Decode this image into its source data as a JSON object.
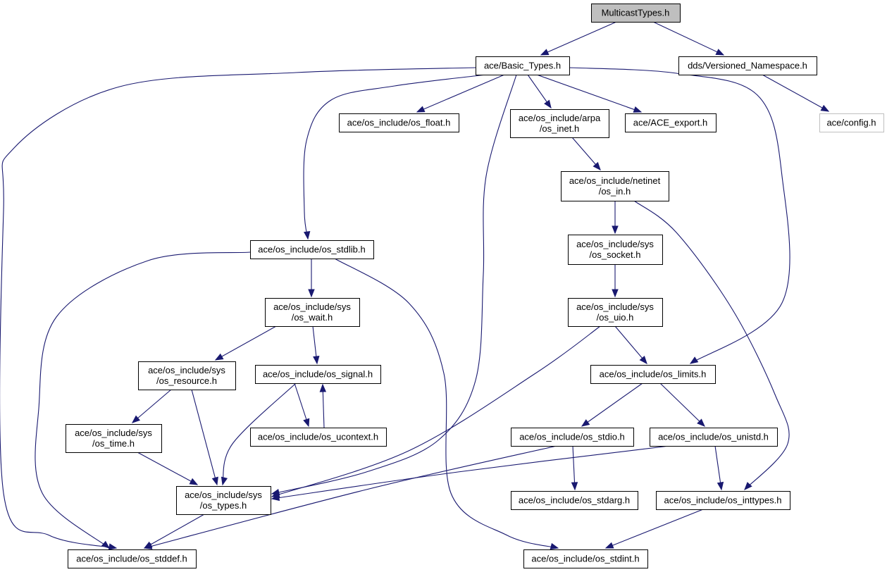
{
  "diagram": {
    "nodes": {
      "multicast_types": {
        "lines": [
          "MulticastTypes.h"
        ],
        "style": "root"
      },
      "basic_types": {
        "lines": [
          "ace/Basic_Types.h"
        ]
      },
      "versioned_namespace": {
        "lines": [
          "dds/Versioned_Namespace.h"
        ]
      },
      "config": {
        "lines": [
          "ace/config.h"
        ],
        "style": "missing"
      },
      "os_float": {
        "lines": [
          "ace/os_include/os_float.h"
        ]
      },
      "arpa_os_inet": {
        "lines": [
          "ace/os_include/arpa",
          "/os_inet.h"
        ]
      },
      "ace_export": {
        "lines": [
          "ace/ACE_export.h"
        ]
      },
      "netinet_os_in": {
        "lines": [
          "ace/os_include/netinet",
          "/os_in.h"
        ]
      },
      "os_stdlib": {
        "lines": [
          "ace/os_include/os_stdlib.h"
        ]
      },
      "sys_os_socket": {
        "lines": [
          "ace/os_include/sys",
          "/os_socket.h"
        ]
      },
      "sys_os_wait": {
        "lines": [
          "ace/os_include/sys",
          "/os_wait.h"
        ]
      },
      "sys_os_uio": {
        "lines": [
          "ace/os_include/sys",
          "/os_uio.h"
        ]
      },
      "sys_os_resource": {
        "lines": [
          "ace/os_include/sys",
          "/os_resource.h"
        ]
      },
      "os_signal": {
        "lines": [
          "ace/os_include/os_signal.h"
        ]
      },
      "os_limits": {
        "lines": [
          "ace/os_include/os_limits.h"
        ]
      },
      "sys_os_time": {
        "lines": [
          "ace/os_include/sys",
          "/os_time.h"
        ]
      },
      "os_ucontext": {
        "lines": [
          "ace/os_include/os_ucontext.h"
        ]
      },
      "os_stdio": {
        "lines": [
          "ace/os_include/os_stdio.h"
        ]
      },
      "os_unistd": {
        "lines": [
          "ace/os_include/os_unistd.h"
        ]
      },
      "sys_os_types": {
        "lines": [
          "ace/os_include/sys",
          "/os_types.h"
        ]
      },
      "os_stdarg": {
        "lines": [
          "ace/os_include/os_stdarg.h"
        ]
      },
      "os_inttypes": {
        "lines": [
          "ace/os_include/os_inttypes.h"
        ]
      },
      "os_stddef": {
        "lines": [
          "ace/os_include/os_stddef.h"
        ]
      },
      "os_stdint": {
        "lines": [
          "ace/os_include/os_stdint.h"
        ]
      }
    },
    "edges": [
      [
        "multicast_types",
        "basic_types"
      ],
      [
        "multicast_types",
        "versioned_namespace"
      ],
      [
        "versioned_namespace",
        "config"
      ],
      [
        "basic_types",
        "os_float"
      ],
      [
        "basic_types",
        "arpa_os_inet"
      ],
      [
        "basic_types",
        "ace_export"
      ],
      [
        "basic_types",
        "os_stdlib"
      ],
      [
        "basic_types",
        "os_limits"
      ],
      [
        "basic_types",
        "sys_os_types"
      ],
      [
        "basic_types",
        "os_stddef"
      ],
      [
        "arpa_os_inet",
        "netinet_os_in"
      ],
      [
        "netinet_os_in",
        "sys_os_socket"
      ],
      [
        "netinet_os_in",
        "os_inttypes"
      ],
      [
        "sys_os_socket",
        "sys_os_uio"
      ],
      [
        "sys_os_uio",
        "os_limits"
      ],
      [
        "sys_os_uio",
        "sys_os_types"
      ],
      [
        "os_stdlib",
        "sys_os_wait"
      ],
      [
        "os_stdlib",
        "os_stddef"
      ],
      [
        "os_stdlib",
        "os_stdint"
      ],
      [
        "sys_os_wait",
        "sys_os_resource"
      ],
      [
        "sys_os_wait",
        "os_signal"
      ],
      [
        "sys_os_resource",
        "sys_os_time"
      ],
      [
        "sys_os_resource",
        "sys_os_types"
      ],
      [
        "os_signal",
        "os_ucontext"
      ],
      [
        "os_ucontext",
        "os_signal"
      ],
      [
        "os_signal",
        "sys_os_types"
      ],
      [
        "sys_os_time",
        "sys_os_types"
      ],
      [
        "os_limits",
        "os_stdio"
      ],
      [
        "os_limits",
        "os_unistd"
      ],
      [
        "os_stdio",
        "os_stdarg"
      ],
      [
        "os_stdio",
        "os_stddef"
      ],
      [
        "os_unistd",
        "sys_os_types"
      ],
      [
        "os_unistd",
        "os_inttypes"
      ],
      [
        "sys_os_types",
        "os_stddef"
      ],
      [
        "os_inttypes",
        "os_stdint"
      ]
    ]
  }
}
